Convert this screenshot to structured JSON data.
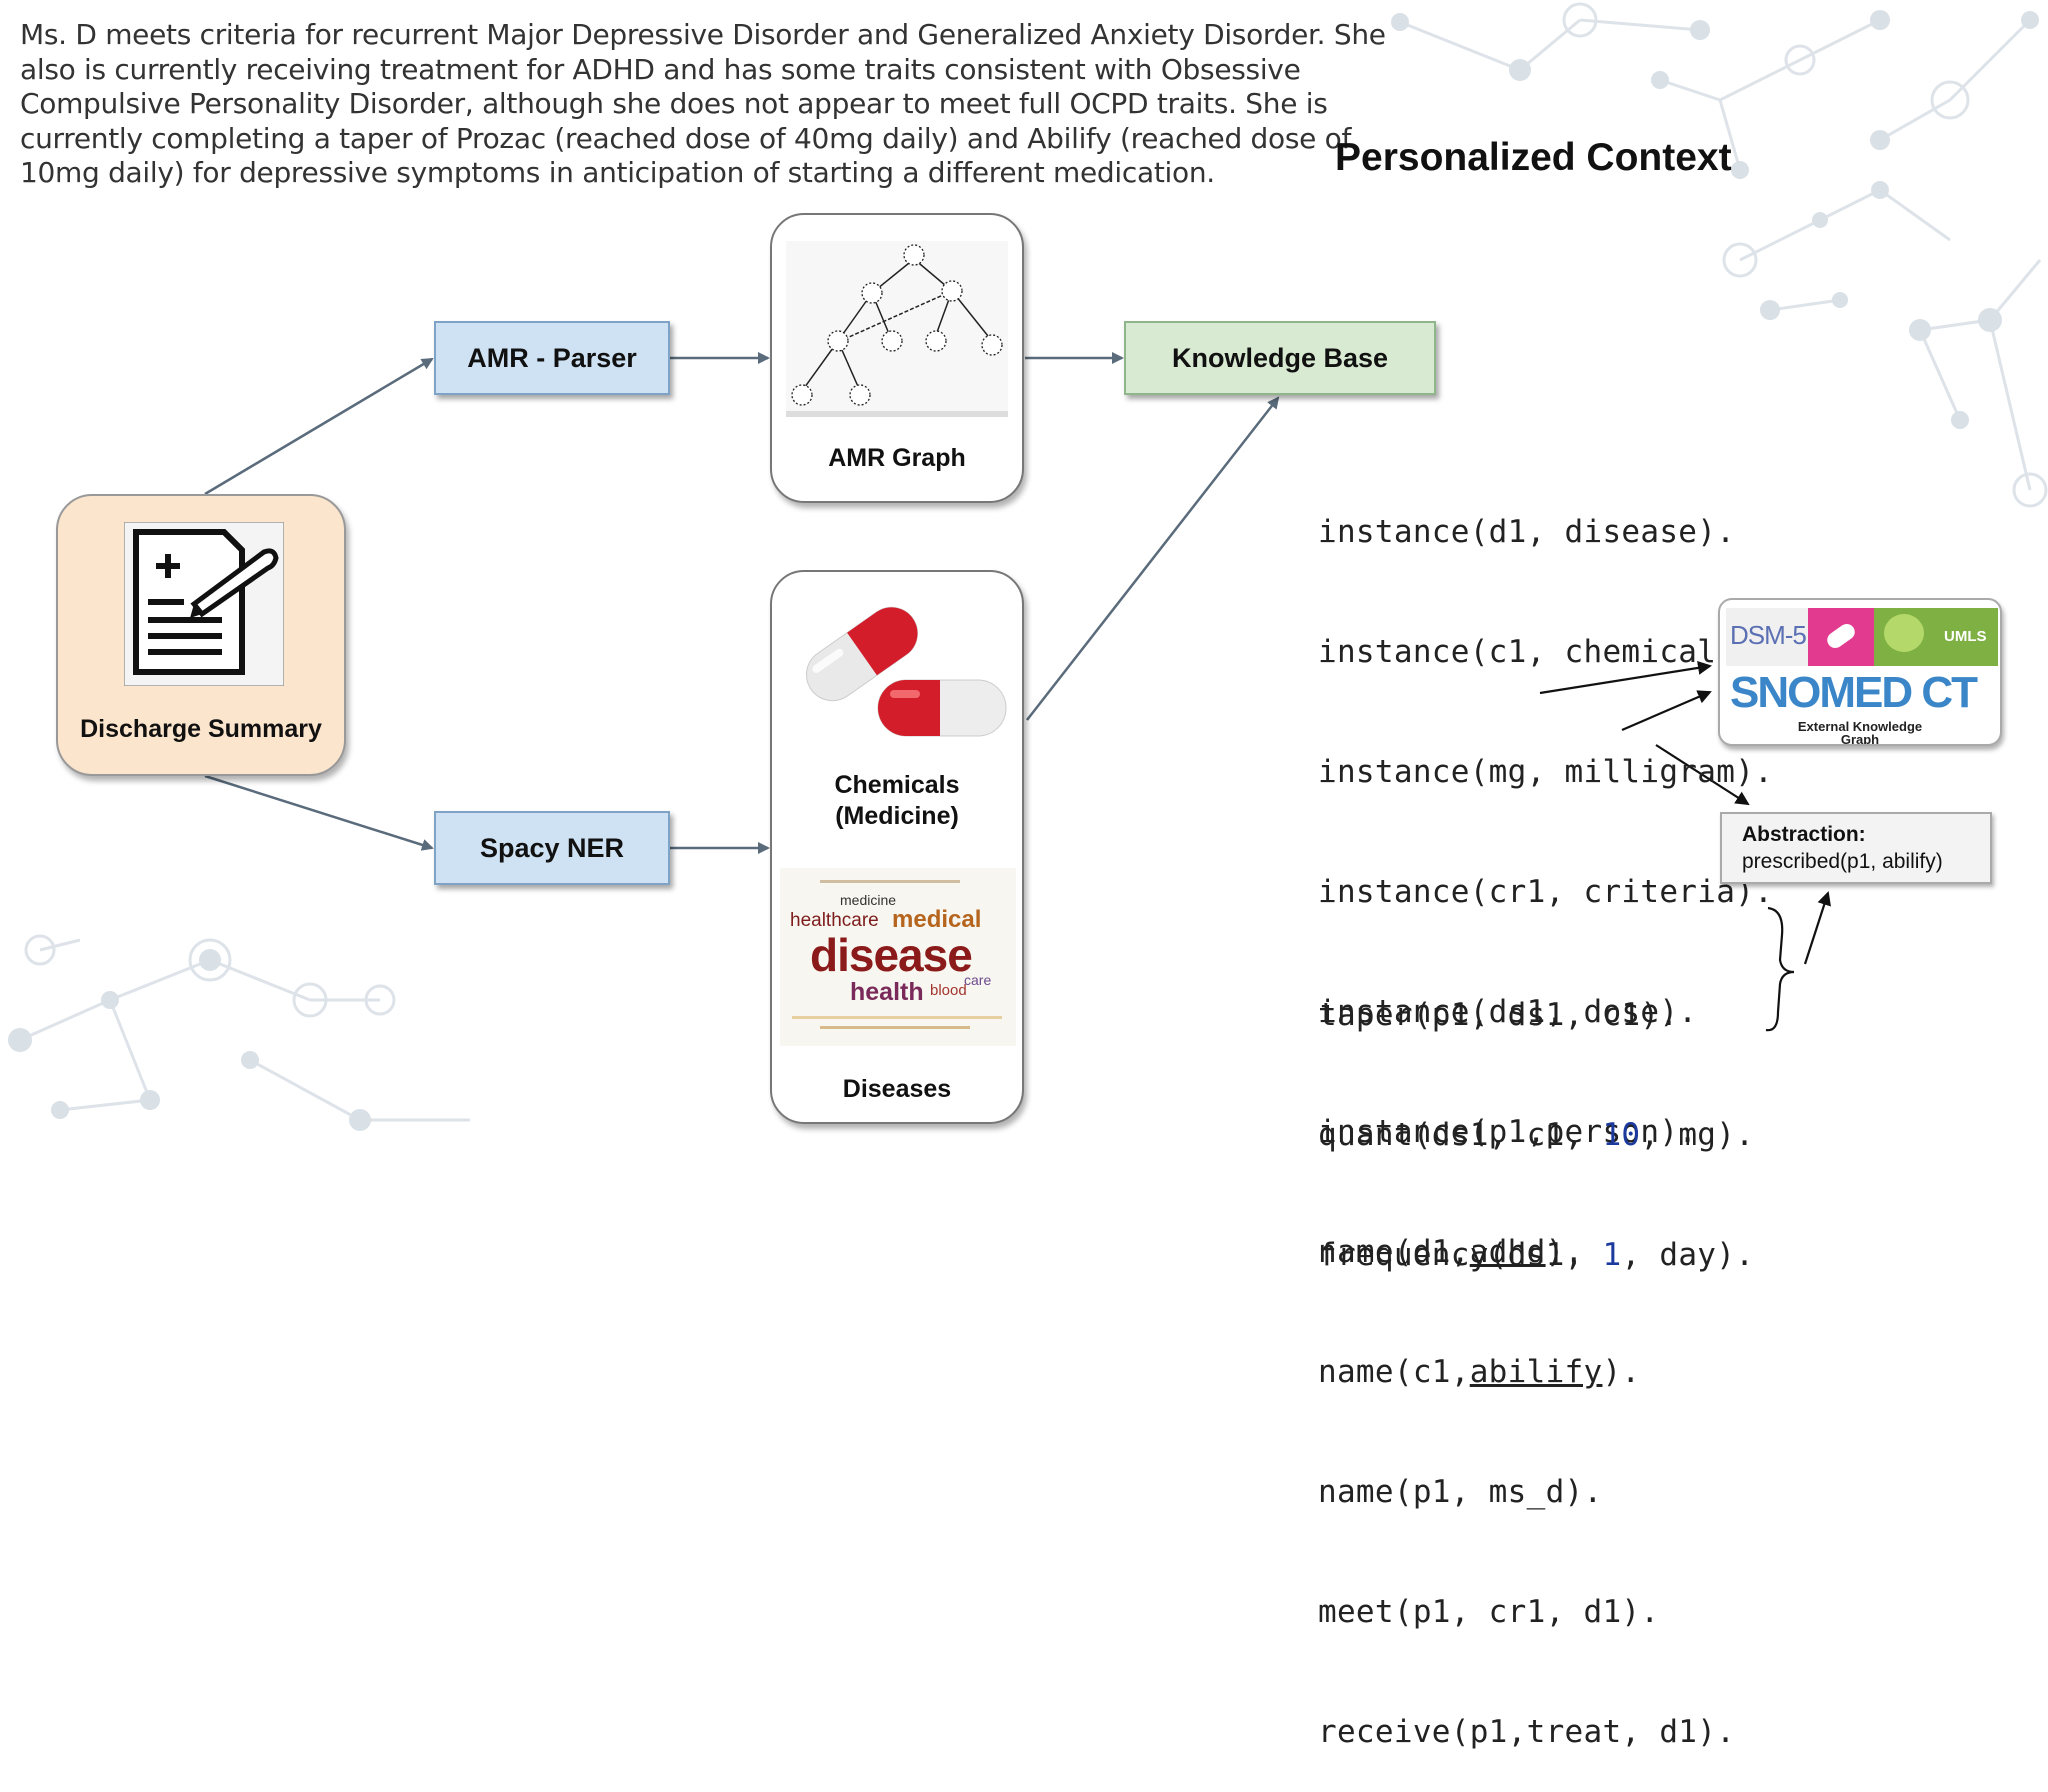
{
  "description_lines": [
    "Ms. D meets criteria for recurrent Major Depressive Disorder and Generalized Anxiety Disorder. She",
    "also is currently receiving treatment for ADHD and has some traits consistent with Obsessive",
    "Compulsive Personality Disorder, although she does not appear to meet full OCPD traits. She is",
    "currently completing a taper of Prozac (reached dose of 40mg daily) and Abilify (reached dose of",
    "10mg daily) for depressive symptoms in anticipation of starting a different medication."
  ],
  "title": "Personalized Context",
  "nodes": {
    "discharge_summary": "Discharge Summary",
    "amr_parser": "AMR - Parser",
    "spacy_ner": "Spacy NER",
    "amr_graph": "AMR Graph",
    "chemicals_line1": "Chemicals",
    "chemicals_line2": "(Medicine)",
    "diseases": "Diseases",
    "knowledge_base": "Knowledge Base"
  },
  "facts": {
    "f1": "instance(d1, disease).",
    "f2": "instance(c1, chemical).",
    "f3": "instance(mg, milligram).",
    "f4": "instance(cr1, criteria).",
    "f5": "instance(ds1, dose).",
    "f6": "instance(p1,person).",
    "f7a": "name(d1,",
    "f7b": "adhd",
    "f7c": ").",
    "f8a": "name(c1,",
    "f8b": "abilify",
    "f8c": ").",
    "f9": "name(p1, ms_d).",
    "f10": "meet(p1, cr1, d1).",
    "f11": "receive(p1,treat, d1).",
    "f12": "taper(p1, ds1, c1).",
    "f13a": "quant(ds1, c1, ",
    "f13b": "10",
    "f13c": ", mg).",
    "f14a": "frequency(ds1, ",
    "f14b": "1",
    "f14c": ", day)."
  },
  "external_kg": {
    "dsm": "DSM-5",
    "umls": "UMLS",
    "snomed": "SNOMED CT",
    "caption_line1": "External Knowledge",
    "caption_line2": "Graph"
  },
  "abstraction": {
    "heading": "Abstraction:",
    "text": "prescribed(p1, abilify)"
  },
  "wordcloud": {
    "words": [
      "medicine",
      "healthcare",
      "medical",
      "disease",
      "health",
      "blood",
      "care"
    ]
  },
  "colors": {
    "blue_box": "#cfe2f3",
    "green_box": "#d9ead3",
    "peach_box": "#fce5cd",
    "pill_red": "#d31d2a",
    "snomed_blue": "#3a86c8"
  }
}
